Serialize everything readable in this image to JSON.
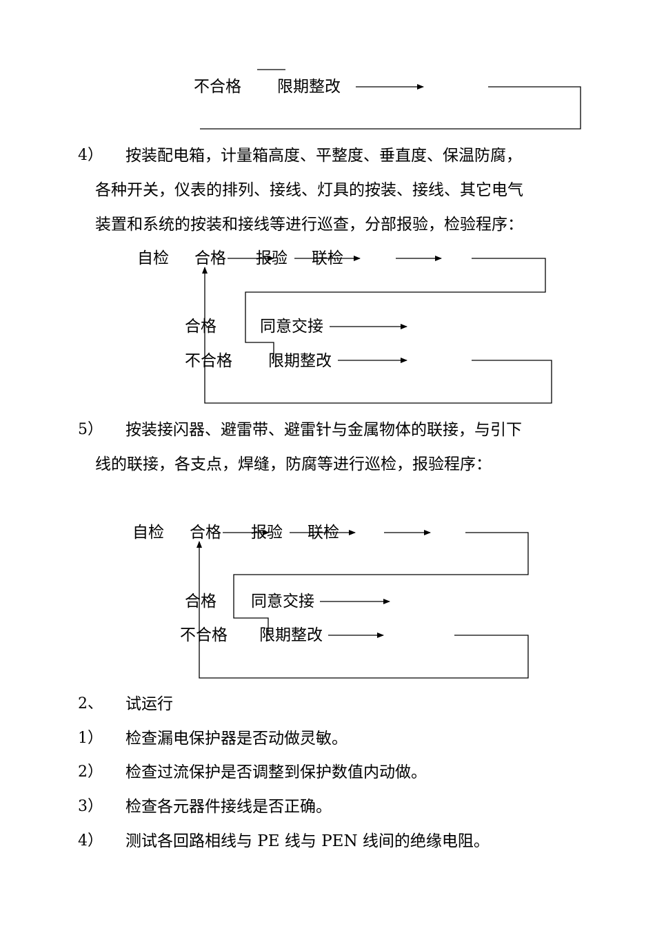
{
  "flow_top": {
    "fail": "不合格",
    "rectify": "限期整改"
  },
  "item4": {
    "num": "4）",
    "line1": "按装配电箱，计量箱高度、平整度、垂直度、保温防腐，",
    "line2": "各种开关，仪表的排列、接线、灯具的按装、接线、其它电气",
    "line3": "装置和系统的按装和接线等进行巡查，分部报验，检验程序："
  },
  "flow_a": {
    "self_check": "自检",
    "pass1": "合格",
    "report": "报验",
    "joint": "联检",
    "pass2": "合格",
    "handover": "同意交接",
    "fail": "不合格",
    "rectify": "限期整改"
  },
  "item5": {
    "num": "5）",
    "line1": "按装接闪器、避雷带、避雷针与金属物体的联接，与引下",
    "line2": "线的联接，各支点，焊缝，防腐等进行巡检，报验程序："
  },
  "flow_b": {
    "self_check": "自检",
    "pass1": "合格",
    "report": "报验",
    "joint": "联检",
    "pass2": "合格",
    "handover": "同意交接",
    "fail": "不合格",
    "rectify": "限期整改"
  },
  "section2": {
    "num": "2、",
    "title": "试运行"
  },
  "trial": [
    {
      "num": "1）",
      "text": "检查漏电保护器是否动做灵敏。"
    },
    {
      "num": "2）",
      "text": "检查过流保护是否调整到保护数值内动做。"
    },
    {
      "num": "3）",
      "text": "检查各元器件接线是否正确。"
    },
    {
      "num": "4）",
      "text": "测试各回路相线与 PE 线与 PEN 线间的绝缘电阻。"
    }
  ]
}
